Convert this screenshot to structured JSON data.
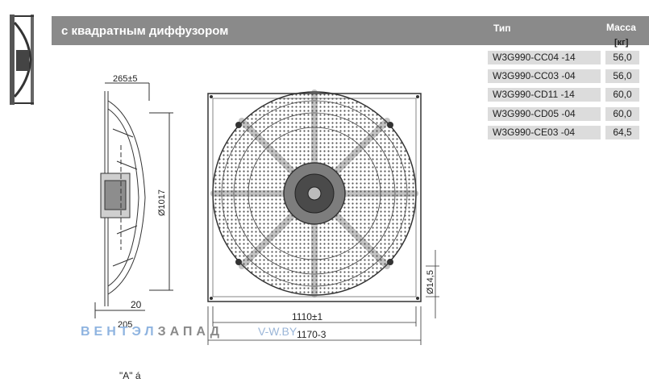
{
  "header": {
    "title": "с квадратным диффузором",
    "col_type": "Тип",
    "col_mass": "Масса",
    "col_mass_unit": "[кг]"
  },
  "specs": [
    {
      "type": "W3G990-CC04 -14",
      "mass": "56,0"
    },
    {
      "type": "W3G990-CC03 -04",
      "mass": "56,0"
    },
    {
      "type": "W3G990-CD11 -14",
      "mass": "60,0"
    },
    {
      "type": "W3G990-CD05 -04",
      "mass": "60,0"
    },
    {
      "type": "W3G990-CE03 -04",
      "mass": "64,5"
    }
  ],
  "dimensions": {
    "side_width": "265±5",
    "diameter": "Ø1017",
    "flange": "20",
    "base": "205",
    "inner_width": "1110±1",
    "outer_width": "1170-3",
    "hole": "Ø14,5"
  },
  "watermark": {
    "brand_a": "ВЕНТЭЛ",
    "brand_b": "ЗАПАД",
    "url": "V-W.BY"
  },
  "footnote": "\"A\" á"
}
